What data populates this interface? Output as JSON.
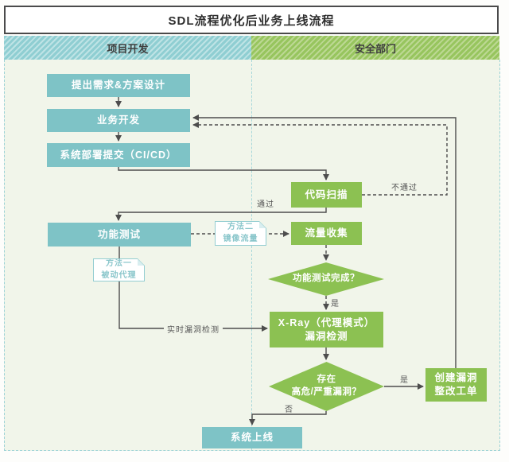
{
  "title": "SDL流程优化后业务上线流程",
  "lanes": {
    "dev": "项目开发",
    "security": "安全部门"
  },
  "nodes": {
    "requirements": {
      "label": "提出需求&方案设计"
    },
    "dev": {
      "label": "业务开发"
    },
    "deploy": {
      "label": "系统部署提交（CI/CD）"
    },
    "codescan": {
      "label": "代码扫描"
    },
    "functest": {
      "label": "功能测试"
    },
    "traffic": {
      "label": "流量收集"
    },
    "testdone": {
      "label": "功能测试完成？"
    },
    "xray": {
      "line1": "X-Ray（代理模式）",
      "line2": "漏洞检测"
    },
    "vulncheck": {
      "line1": "存在",
      "line2": "高危/严重漏洞？"
    },
    "ticket": {
      "line1": "创建漏洞",
      "line2": "整改工单"
    },
    "launch": {
      "label": "系统上线"
    }
  },
  "notes": {
    "method1": {
      "line1": "方法一",
      "line2": "被动代理"
    },
    "method2": {
      "line1": "方法二",
      "line2": "镜像流量"
    }
  },
  "edge_labels": {
    "pass": "通过",
    "fail": "不通过",
    "yes_testdone": "是",
    "realtime": "实时漏洞检测",
    "yes_vuln": "是",
    "no_vuln": "否"
  },
  "colors": {
    "teal_node": "#7ec3c6",
    "green_node": "#8cc152",
    "teal_lane_stripe": "#8fced2",
    "green_lane_stripe": "#97c55e",
    "connector_line": "#4d4d4d",
    "note_accent": "#8ac6cb",
    "canvas_background": "#f1f5ea"
  }
}
